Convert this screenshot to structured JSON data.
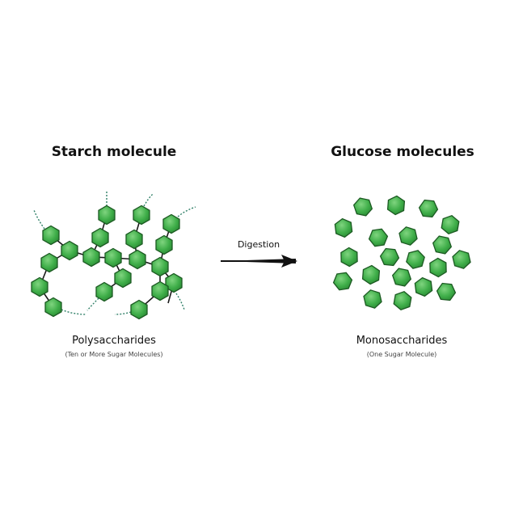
{
  "left": {
    "title": "Starch molecule",
    "label": "Polysaccharides",
    "note": "(Ten or More Sugar Molecules)"
  },
  "right": {
    "title": "Glucose molecules",
    "label": "Monosaccharides",
    "note": "(One Sugar Molecule)"
  },
  "process": {
    "label": "Digestion"
  },
  "colors": {
    "hexagon_fill": "#3fae49",
    "hexagon_stroke": "#1c5a22",
    "chain": "#1a1a1a",
    "dashed_end": "#2f7f67"
  }
}
